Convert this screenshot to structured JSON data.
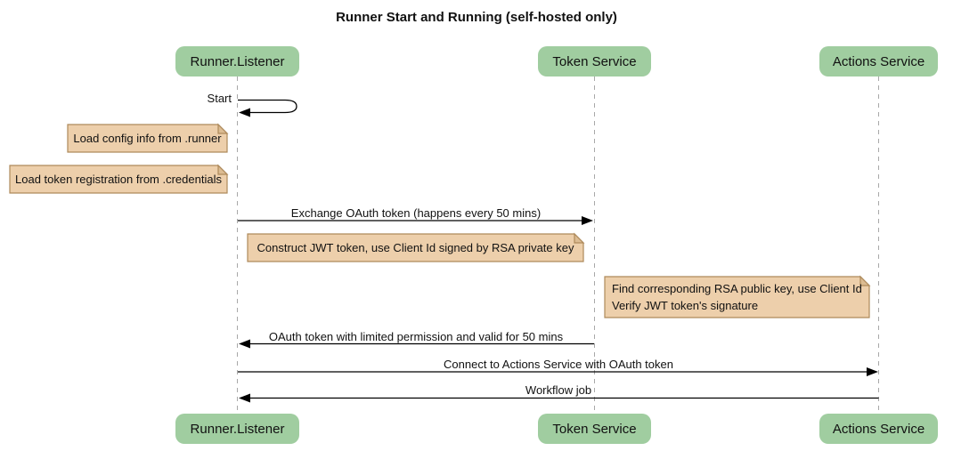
{
  "title": "Runner Start and Running (self-hosted only)",
  "diagram_type": "sequence-diagram",
  "colors": {
    "participant_fill": "#A0CDA0",
    "note_fill": "#EDCFAB",
    "note_fold": "#DCBC92",
    "note_border": "#AE8A5B",
    "lifeline": "#A8A8A8",
    "arrow": "#000000",
    "text": "#111111"
  },
  "participants": [
    {
      "name": "Runner.Listener"
    },
    {
      "name": "Token Service"
    },
    {
      "name": "Actions Service"
    }
  ],
  "messages": {
    "self_start": {
      "from": "Runner.Listener",
      "to": "Runner.Listener",
      "label": "Start"
    },
    "exchange_token": {
      "from": "Runner.Listener",
      "to": "Token Service",
      "label": "Exchange OAuth token (happens every 50 mins)"
    },
    "oauth_return": {
      "from": "Token Service",
      "to": "Runner.Listener",
      "label": "OAuth token with limited permission and valid for 50 mins"
    },
    "connect_actions": {
      "from": "Runner.Listener",
      "to": "Actions Service",
      "label": "Connect to Actions Service with OAuth token"
    },
    "workflow_job": {
      "from": "Actions Service",
      "to": "Runner.Listener",
      "label": "Workflow job"
    }
  },
  "notes": {
    "load_config": {
      "label": "Load config info from .runner"
    },
    "load_token": {
      "label": "Load token registration from .credentials"
    },
    "construct_jwt": {
      "label": "Construct JWT token, use Client Id signed by RSA private key"
    },
    "verify_jwt": {
      "line1": "Find corresponding RSA public key, use Client Id",
      "line2": "Verify JWT token's signature"
    }
  }
}
